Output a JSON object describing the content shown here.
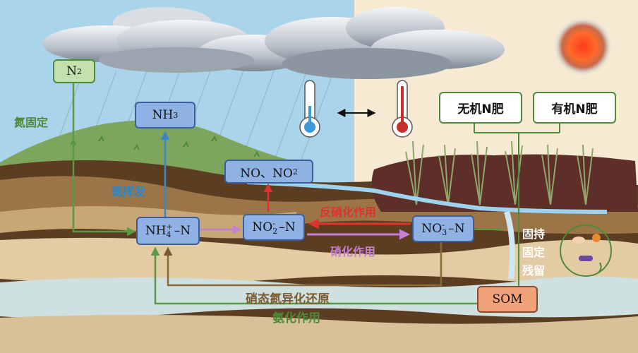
{
  "boxes": {
    "n2": {
      "main": "N",
      "sub": "2"
    },
    "nh3": {
      "main": "NH",
      "sub": "3"
    },
    "nox": {
      "main": "NO、NO",
      "sub": "2"
    },
    "nh4": {
      "main": "NH",
      "sup": "+",
      "sub": "4",
      "tail": "–N"
    },
    "no2": {
      "main": "NO",
      "sup": "-",
      "sub": "2",
      "tail": "–N"
    },
    "no3": {
      "main": "NO",
      "sup": "-",
      "sub": "3",
      "tail": "–N"
    },
    "som": "SOM",
    "fert_inorganic": "无机N肥",
    "fert_organic": "有机N肥"
  },
  "processes": {
    "fixation": "氮固定",
    "volatilization": "氨挥发",
    "denitrification": "反硝化作用",
    "nitrification": "硝化作用",
    "dnra": "硝态氮异化还原",
    "ammonification": "氨化作用",
    "immobilization": [
      "固持",
      "固定",
      "残留"
    ]
  },
  "colors": {
    "sky": "#a9d4ea",
    "dry_sky": "#f6ead2",
    "box_blue": "#8fb1e3",
    "box_green": "#c4e1ad",
    "som": "#f2a27b",
    "red_arrow": "#e0322c",
    "purple_arrow": "#c47fd0",
    "brown_arrow": "#8b6a3a",
    "green_arrow": "#5a9a45",
    "blue_arrow": "#3c86c6",
    "label_green": "#4e8a38",
    "label_brown": "#7a5a2e",
    "label_blue": "#2f86c4"
  },
  "icons": [
    "cloud-icon",
    "sun-icon",
    "cold-thermometer-icon",
    "hot-thermometer-icon",
    "double-arrow-icon",
    "microbe-cell-icon",
    "crop-plant-icon"
  ]
}
